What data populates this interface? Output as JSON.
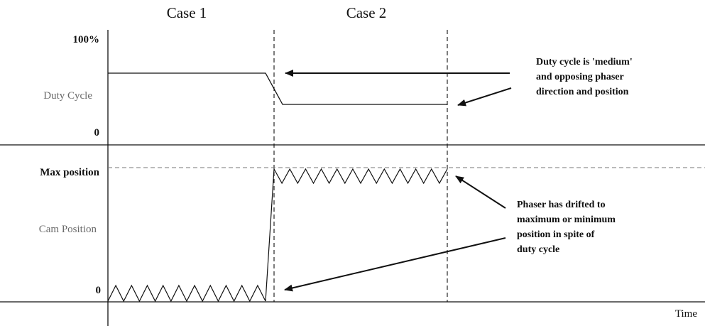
{
  "headers": {
    "case1": "Case 1",
    "case2": "Case 2"
  },
  "top_panel": {
    "y_top_label": "100%",
    "y_bottom_label": "0",
    "axis_label": "Duty Cycle"
  },
  "bottom_panel": {
    "y_top_label": "Max position",
    "y_bottom_label": "0",
    "axis_label": "Cam Position"
  },
  "x_axis_label": "Time",
  "annotations": {
    "duty_note": [
      "Duty cycle is 'medium'",
      "and opposing phaser",
      "direction and position"
    ],
    "phaser_note": [
      "Phaser has drifted to",
      "maximum or minimum",
      "position in spite of",
      "duty cycle"
    ]
  }
}
